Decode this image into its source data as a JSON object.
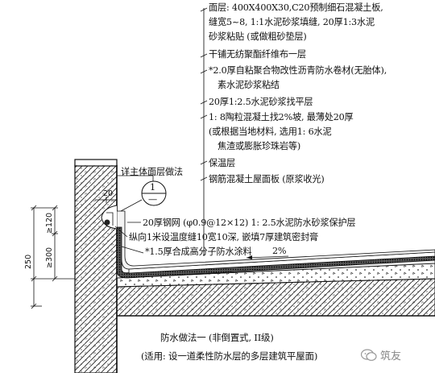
{
  "layers": [
    {
      "id": "face1",
      "text": "面层: 400X400X30,C20预制细石混凝土板,"
    },
    {
      "id": "face2",
      "text": "缝宽5~8, 1:1水泥砂浆填缝, 20厚1:3水泥"
    },
    {
      "id": "face3",
      "text": "砂浆粘贴 (或做粗砂垫层)"
    },
    {
      "id": "fabric",
      "text": "干铺无纺聚酯纤维布一层"
    },
    {
      "id": "memb1",
      "text": "*2.0厚自粘聚合物改性沥青防水卷材(无胎体),"
    },
    {
      "id": "memb2",
      "text": "素水泥砂浆粘结"
    },
    {
      "id": "level",
      "text": "20厚1:2.5水泥砂浆找平层"
    },
    {
      "id": "slope1",
      "text": "1: 8陶粒混凝土找2%坡, 最薄处20厚"
    },
    {
      "id": "slope2",
      "text": "(或根据当地材料, 选用1: 6水泥"
    },
    {
      "id": "slope3",
      "text": "焦渣或膨胀珍珠岩等)"
    },
    {
      "id": "insul",
      "text": "保温层"
    },
    {
      "id": "slab",
      "text": "钢筋混凝土屋面板 (原浆收光)"
    }
  ],
  "refer_note": "详主体面层做法",
  "detail_ref": {
    "number": "1",
    "sheet": "—"
  },
  "parapet_notes": [
    {
      "id": "mesh",
      "text": "20厚钢网 (φ0.9@12×12) 1: 2.5水泥防水砂浆保护层"
    },
    {
      "id": "joint",
      "text": "纵向1米设温度缝10宽10深, 嵌填7厚建筑密封膏"
    },
    {
      "id": "coating",
      "text": "*1.5厚合成高分子防水涂料"
    }
  ],
  "slope_label": "2%",
  "dimensions": {
    "d20": "20",
    "d120": "≥120",
    "d300": "≥300",
    "d250": "250"
  },
  "caption": {
    "line1": "防水做法一 (非倒置式, II级)",
    "line2": "(适用: 设一道柔性防水层的多层建筑平屋面)"
  },
  "watermark": "筑友"
}
